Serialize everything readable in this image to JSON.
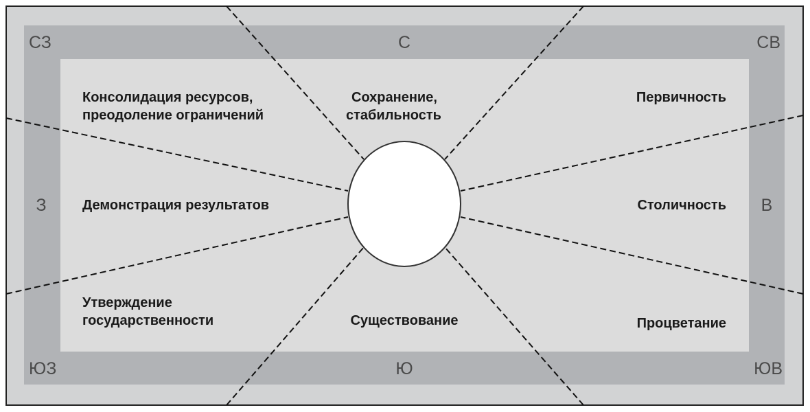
{
  "directions": {
    "nw": "СЗ",
    "n": "С",
    "ne": "СВ",
    "w": "З",
    "e": "В",
    "sw": "ЮЗ",
    "s": "Ю",
    "se": "ЮВ"
  },
  "sectors": {
    "nw": [
      "Консолидация ресурсов,",
      "преодоление ограничений"
    ],
    "n": [
      "Сохранение,",
      "стабильность"
    ],
    "ne": [
      "Первичность"
    ],
    "w": [
      "Демонстрация результатов"
    ],
    "e": [
      "Столичность"
    ],
    "sw": [
      "Утверждение",
      "государственности"
    ],
    "s": [
      "Существование"
    ],
    "se": [
      "Процветание"
    ]
  },
  "colors": {
    "outer": "#d2d3d4",
    "band": "#b1b3b6",
    "inner": "#dcdcdc",
    "center": "#ffffff"
  }
}
